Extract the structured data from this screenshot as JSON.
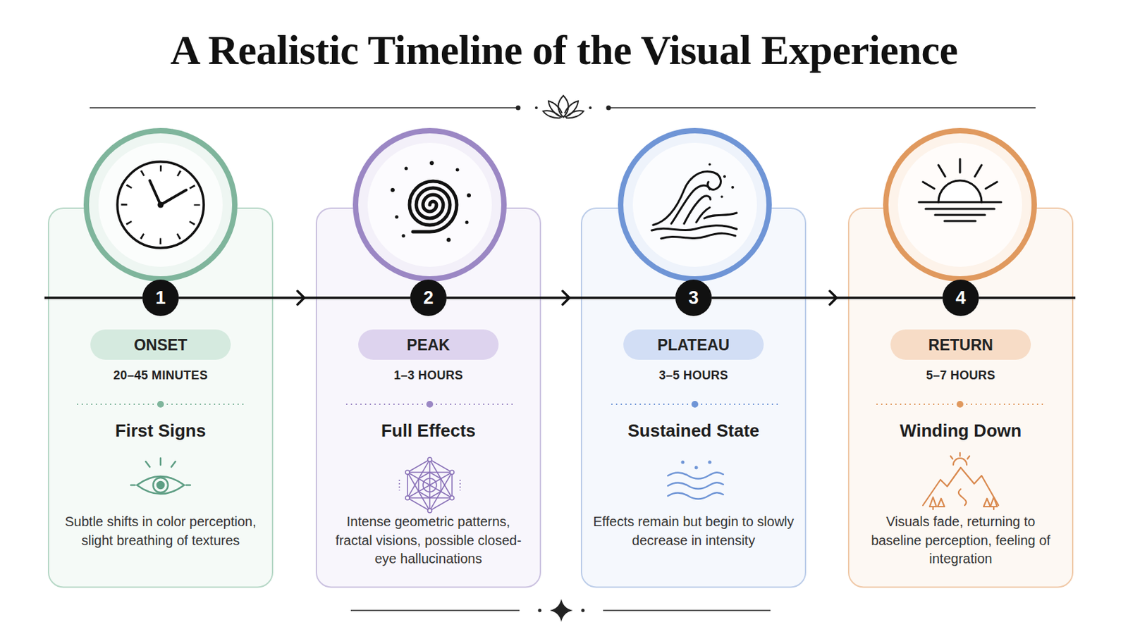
{
  "diagram": {
    "title": "A Realistic Timeline of the Visual Experience",
    "nodes": [
      {
        "text": [
          "20–45 MINUTES",
          "First Signs",
          "Subtle shifts in color perception, slight breathing of textures"
        ]
      },
      {
        "text": [
          "1"
        ],
        "in": 0
      },
      {
        "text": [
          "ONSET"
        ],
        "in": 0
      },
      {
        "text": [
          "1–3 HOURS",
          "Full Effects",
          "Intense geometric patterns, fractal visions, possible closed-eye hallucinations"
        ]
      },
      {
        "text": [
          "2"
        ],
        "in": 3
      },
      {
        "text": [
          "PEAK"
        ],
        "in": 3
      },
      {
        "text": [
          "3–5 HOURS",
          "Sustained State",
          "Effects remain but begin to slowly decrease in intensity"
        ]
      },
      {
        "text": [
          "3"
        ],
        "in": 6
      },
      {
        "text": [
          "PLATEAU"
        ],
        "in": 6
      },
      {
        "text": [
          "5–7 HOURS",
          "Winding Down",
          "Visuals fade, returning to baseline perception, feeling of integration"
        ]
      },
      {
        "text": [
          "4"
        ],
        "in": 9
      },
      {
        "text": [
          "RETURN"
        ],
        "in": 9
      }
    ],
    "edges": [
      {
        "from": 1,
        "to": 4,
        "arrow": "to"
      },
      {
        "from": 4,
        "to": 7,
        "arrow": "to"
      },
      {
        "from": 7,
        "to": 10,
        "arrow": "to"
      }
    ]
  }
}
